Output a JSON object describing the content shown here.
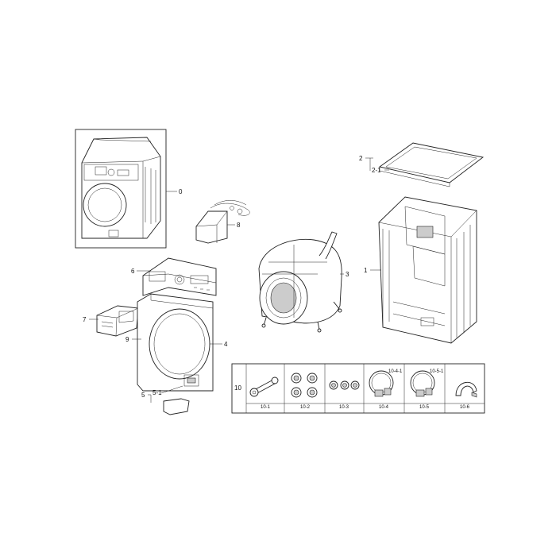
{
  "callouts": {
    "c0": "0",
    "c1": "1",
    "c2": "2",
    "c2_1": "2-1",
    "c3": "3",
    "c4": "4",
    "c5": "5",
    "c5_1": "5-1",
    "c6": "6",
    "c7": "7",
    "c8": "8",
    "c9": "9",
    "c10": "10",
    "c10_4_1": "10-4-1",
    "c10_5_1": "10-5-1"
  },
  "accessories": {
    "cells": [
      "10-1",
      "10-2",
      "10-3",
      "10-4",
      "10-5",
      "10-6"
    ]
  }
}
